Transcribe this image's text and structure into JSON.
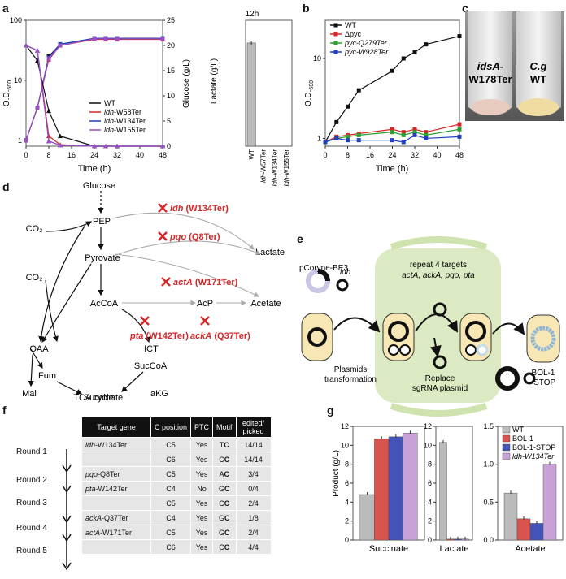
{
  "panels": {
    "a": "a",
    "b": "b",
    "c": "c",
    "d": "d",
    "e": "e",
    "f": "f",
    "g": "g"
  },
  "panel_a": {
    "ylabel_left": "O.D.",
    "ylabel_left_sub": "600",
    "ylabel_right": "Glucose (g/L)",
    "xlabel": "Time (h)",
    "xticks": [
      "0",
      "8",
      "16",
      "24",
      "32",
      "40",
      "48"
    ],
    "yticks_left": [
      "1",
      "10",
      "100"
    ],
    "yticks_right": [
      "0",
      "5",
      "10",
      "15",
      "20",
      "25"
    ],
    "legend": [
      "WT",
      "ldh-W58Ter",
      "ldh-W134Ter",
      "ldh-W155Ter"
    ],
    "legend_gene": "ldh",
    "legend_suffix": [
      "-W58Ter",
      "-W134Ter",
      "-W155Ter"
    ],
    "colors": {
      "WT": "#111111",
      "W58": "#d62728",
      "W134": "#1f3fbf",
      "W155": "#9b4fc4"
    }
  },
  "panel_a_bar": {
    "title": "12h",
    "ylabel": "Lactate (g/L)",
    "yticks": [
      "0",
      "5",
      "10",
      "15",
      "20",
      "25"
    ],
    "categories": [
      "WT",
      "ldh-W57Ter",
      "ldh-W134Ter",
      "ldh-W155Ter"
    ]
  },
  "panel_b": {
    "ylabel": "O.D.",
    "ylabel_sub": "600",
    "xlabel": "Time (h)",
    "xticks": [
      "0",
      "8",
      "16",
      "24",
      "32",
      "40",
      "48"
    ],
    "yticks": [
      "1",
      "10"
    ],
    "legend": [
      "WT",
      "Δpyc",
      "pyc-Q279Ter",
      "pyc-W928Ter"
    ],
    "colors": [
      "#111111",
      "#d62728",
      "#2ca02c",
      "#1f3fbf"
    ]
  },
  "panel_c": {
    "left_label": "idsA-",
    "left_label2": "W178Ter",
    "right_label": "C.g",
    "right_label2": "WT"
  },
  "panel_d": {
    "nodes": [
      "Glucose",
      "PEP",
      "Pyrovate",
      "AcCoA",
      "OAA",
      "ICT",
      "Mal",
      "TCA cycle",
      "aKG",
      "Fum",
      "SucCoA",
      "Succinate",
      "Lactate",
      "Acetate",
      "AcP",
      "CO₂",
      "CO₂"
    ],
    "knockouts": [
      "ldh (W134Ter)",
      "pqo (Q8Ter)",
      "actA (W171Ter)",
      "pta (W142Ter)",
      "ackA (Q37Ter)"
    ],
    "ko_gene": [
      "ldh",
      "pqo",
      "actA",
      "pta",
      "ackA"
    ],
    "ko_site": [
      " (W134Ter)",
      " (Q8Ter)",
      " (W171Ter)",
      " (W142Ter)",
      " (Q37Ter)"
    ]
  },
  "panel_e": {
    "plasmid_label": "pCoryne-BE3",
    "ldh_label": "ldh",
    "transform": "Plasmids",
    "transform2": "transformation",
    "repeat": "repeat 4 targets",
    "targets": "actA, ackA, pqo, pta",
    "replace": "Replace",
    "replace2": "sgRNA plasmid",
    "final": "BOL-1",
    "final2": "-STOP"
  },
  "panel_f": {
    "headers": [
      "Target gene",
      "C position",
      "PTC",
      "Motif",
      "edited/ picked"
    ],
    "rounds": [
      "Round 1",
      "Round 2",
      "Round 3",
      "Round 4",
      "Round 5"
    ],
    "rows": [
      [
        "ldh-W134Ter",
        "C5",
        "Yes",
        "TC",
        "14/14"
      ],
      [
        "",
        "C6",
        "Yes",
        "CC",
        "14/14"
      ],
      [
        "pqo-Q8Ter",
        "C5",
        "Yes",
        "AC",
        "3/4"
      ],
      [
        "pta-W142Ter",
        "C4",
        "No",
        "GC",
        "0/4"
      ],
      [
        "",
        "C5",
        "Yes",
        "CC",
        "2/4"
      ],
      [
        "ackA-Q37Ter",
        "C4",
        "Yes",
        "GC",
        "1/8"
      ],
      [
        "actA-W171Ter",
        "C5",
        "Yes",
        "GC",
        "2/4"
      ],
      [
        "",
        "C6",
        "Yes",
        "CC",
        "4/4"
      ]
    ],
    "gene_names": [
      "ldh",
      "",
      "pqo",
      "pta",
      "",
      "ackA",
      "actA",
      ""
    ],
    "gene_suffix": [
      "-W134Ter",
      "",
      "-Q8Ter",
      "-W142Ter",
      "",
      "-Q37Ter",
      "-W171Ter",
      ""
    ],
    "motif_first": [
      "T",
      "C",
      "A",
      "G",
      "C",
      "G",
      "G",
      "C"
    ]
  },
  "chart_data": [
    {
      "type": "line",
      "panel": "a",
      "title": "",
      "xlabel": "Time (h)",
      "ylabel": "O.D.600 / Glucose (g/L)",
      "x": [
        0,
        4,
        8,
        12,
        24,
        28,
        32,
        48
      ],
      "series": [
        {
          "name": "WT OD600",
          "values": [
            1,
            3.5,
            25,
            40,
            50,
            50,
            50,
            50
          ]
        },
        {
          "name": "ldh-W58Ter OD600",
          "values": [
            1,
            3.5,
            22,
            38,
            48,
            48,
            48,
            48
          ]
        },
        {
          "name": "ldh-W134Ter OD600",
          "values": [
            1,
            3.5,
            24,
            40,
            50,
            50,
            50,
            50
          ]
        },
        {
          "name": "ldh-W155Ter OD600",
          "values": [
            1,
            3.5,
            23,
            38,
            49,
            49,
            49,
            49
          ]
        },
        {
          "name": "WT Glucose",
          "values": [
            20,
            17,
            7,
            2,
            0,
            0,
            0,
            0
          ]
        },
        {
          "name": "ldh-W58Ter Glucose",
          "values": [
            20,
            19,
            2,
            0.3,
            0,
            0,
            0,
            0
          ]
        },
        {
          "name": "ldh-W134Ter Glucose",
          "values": [
            20,
            19,
            1,
            0.2,
            0,
            0,
            0,
            0
          ]
        },
        {
          "name": "ldh-W155Ter Glucose",
          "values": [
            20,
            19,
            1,
            0.2,
            0,
            0,
            0,
            0
          ]
        }
      ],
      "ylim_left": [
        0.8,
        100
      ],
      "ylim_right": [
        0,
        25
      ]
    },
    {
      "type": "bar",
      "panel": "a-inset",
      "title": "12h",
      "categories": [
        "WT",
        "ldh-W57Ter",
        "ldh-W134Ter",
        "ldh-W155Ter"
      ],
      "values": [
        20.5,
        0,
        0,
        0
      ],
      "ylabel": "Lactate (g/L)",
      "ylim": [
        0,
        25
      ]
    },
    {
      "type": "line",
      "panel": "b",
      "xlabel": "Time (h)",
      "ylabel": "O.D.600",
      "x": [
        0,
        4,
        8,
        12,
        24,
        28,
        32,
        36,
        48
      ],
      "series": [
        {
          "name": "WT",
          "values": [
            0.9,
            1.6,
            2.5,
            4,
            7,
            10,
            12,
            15,
            19
          ]
        },
        {
          "name": "Δpyc",
          "values": [
            0.9,
            1.05,
            1.1,
            1.15,
            1.3,
            1.2,
            1.3,
            1.2,
            1.5
          ]
        },
        {
          "name": "pyc-Q279Ter",
          "values": [
            0.9,
            1.0,
            1.05,
            1.1,
            1.2,
            1.1,
            1.2,
            1.1,
            1.3
          ]
        },
        {
          "name": "pyc-W928Ter",
          "values": [
            0.9,
            1.0,
            0.95,
            0.95,
            0.95,
            0.9,
            1.1,
            1.0,
            1.05
          ]
        }
      ],
      "ylim": [
        0.8,
        30
      ]
    },
    {
      "type": "bar",
      "panel": "g",
      "ylabel": "Product (g/L)",
      "groups": [
        "Succinate",
        "Lactate",
        "Acetate"
      ],
      "series": [
        {
          "name": "WT",
          "color": "#bbbbbb",
          "values": [
            4.8,
            10.3,
            0.62
          ]
        },
        {
          "name": "BOL-1",
          "color": "#d9534f",
          "values": [
            10.7,
            0.1,
            0.28
          ]
        },
        {
          "name": "BOL-1-STOP",
          "color": "#4453b8",
          "values": [
            10.9,
            0.1,
            0.22
          ]
        },
        {
          "name": "ldh-W134Ter",
          "color": "#c8a2d6",
          "values": [
            11.3,
            0.1,
            1.0
          ]
        }
      ],
      "ylims": [
        [
          0,
          12
        ],
        [
          0,
          12
        ],
        [
          0,
          1.5
        ]
      ],
      "yticks": [
        [
          "0",
          "2",
          "4",
          "6",
          "8",
          "10",
          "12"
        ],
        [
          "0",
          "2",
          "4",
          "6",
          "8",
          "10",
          "12"
        ],
        [
          "0.0",
          "0.5",
          "1.0",
          "1.5"
        ]
      ]
    }
  ]
}
